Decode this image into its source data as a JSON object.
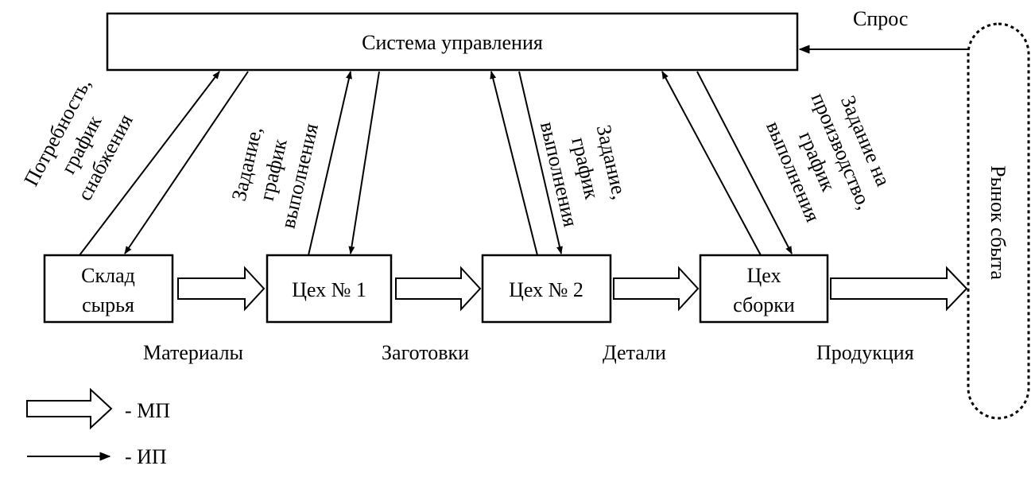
{
  "control_system": {
    "label": "Система управления"
  },
  "market": {
    "label": "Рынок сбыта",
    "demand_label": "Спрос"
  },
  "nodes": {
    "warehouse": {
      "line1": "Склад",
      "line2": "сырья"
    },
    "shop1": {
      "label": "Цех № 1"
    },
    "shop2": {
      "label": "Цех № 2"
    },
    "assembly": {
      "line1": "Цех",
      "line2": "сборки"
    }
  },
  "flows": {
    "materials": "Материалы",
    "blanks": "Заготовки",
    "parts": "Детали",
    "products": "Продукция"
  },
  "info_labels": {
    "warehouse": {
      "line1": "Потребность,",
      "line2": "график",
      "line3": "снабжения"
    },
    "shop1": {
      "line1": "Задание,",
      "line2": "график",
      "line3": "выполнения"
    },
    "shop2": {
      "line1": "Задание,",
      "line2": "график",
      "line3": "выполнения"
    },
    "assembly": {
      "line1": "Задание на",
      "line2": "производство,",
      "line3": "график",
      "line4": "выполнения"
    }
  },
  "legend": {
    "material_flow": "- МП",
    "info_flow": "- ИП"
  }
}
